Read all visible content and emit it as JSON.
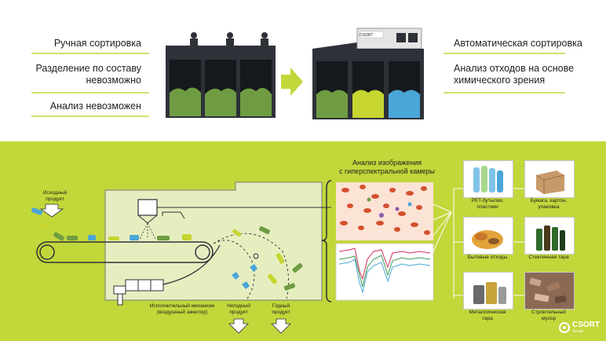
{
  "top": {
    "manual_title": "Ручная сортировка",
    "manual_line1": "Разделение по составу",
    "manual_line2": "невозможно",
    "manual_analysis": "Анализ невозможен",
    "auto_title": "Автоматическая сортировка",
    "auto_line1": "Анализ отходов на основе",
    "auto_line2": "химического зрения",
    "machine_brand": "CSORT"
  },
  "diagram": {
    "input_line1": "Исходный",
    "input_line2": "продукт",
    "actuator_line1": "Исполнительный механизм",
    "actuator_line2": "(воздушный эжектор)",
    "bad_line1": "Негодный",
    "bad_line2": "продукт",
    "good_line1": "Годный",
    "good_line2": "продукт",
    "analysis_line1": "Анализ изображения",
    "analysis_line2": "с гиперспектральной камеры"
  },
  "categories": {
    "pet_line1": "PET-бутылки,",
    "pet_line2": "пластики",
    "paper_line1": "Бумага, картон,",
    "paper_line2": "упаковка",
    "household": "Бытовые отходы",
    "glass": "Стеклянная тара",
    "metal_line1": "Металлическая",
    "metal_line2": "тара",
    "construction_line1": "Строительный",
    "construction_line2": "мусор"
  },
  "logo": {
    "name": "CSORT",
    "sub": "Group"
  },
  "colors": {
    "accent": "#c2d73a",
    "dark": "#2e3138",
    "pile_green": "#6f9c43",
    "pile_yellow": "#c6d52f",
    "pile_blue": "#4aa6d8"
  }
}
